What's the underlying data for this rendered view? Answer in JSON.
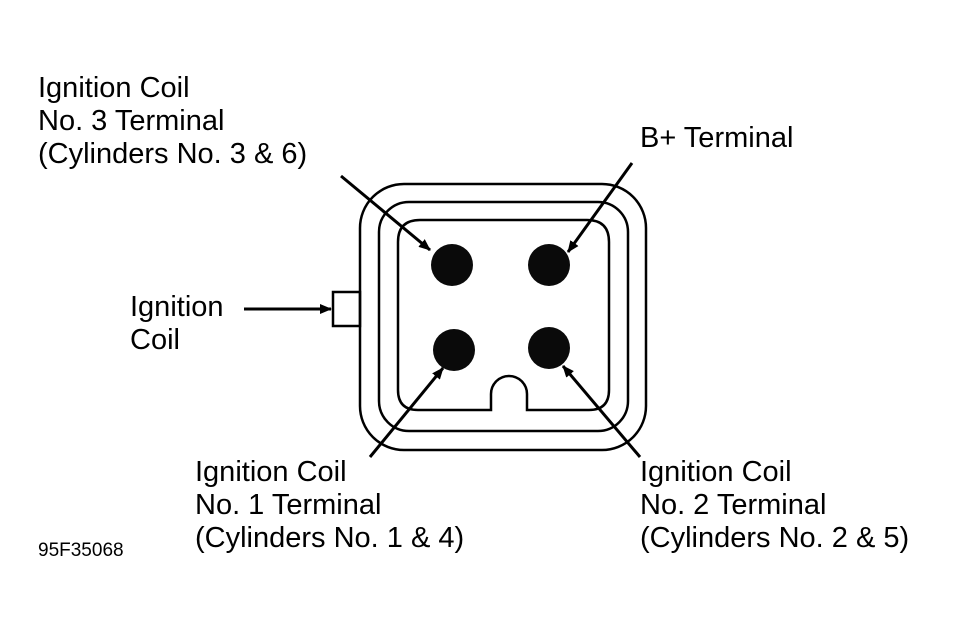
{
  "labels": {
    "coil3_terminal": {
      "line1": "Ignition Coil",
      "line2": "No. 3 Terminal",
      "line3": "(Cylinders No. 3 & 6)"
    },
    "bplus_terminal": {
      "line1": "B+ Terminal"
    },
    "ignition_coil": {
      "line1": "Ignition",
      "line2": "Coil"
    },
    "coil1_terminal": {
      "line1": "Ignition Coil",
      "line2": "No. 1 Terminal",
      "line3": "(Cylinders No. 1 & 4)"
    },
    "coil2_terminal": {
      "line1": "Ignition Coil",
      "line2": "No. 2 Terminal",
      "line3": "(Cylinders No. 2 & 5)"
    }
  },
  "figure_id": "95F35068",
  "colors": {
    "ink": "#000000",
    "background": "#ffffff",
    "terminal_fill": "#0a0a0a"
  }
}
